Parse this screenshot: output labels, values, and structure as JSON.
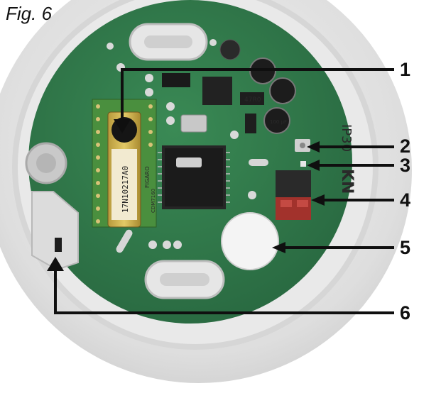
{
  "figure": {
    "caption": "Fig. 6"
  },
  "callouts": [
    {
      "number": "1"
    },
    {
      "number": "2"
    },
    {
      "number": "3"
    },
    {
      "number": "4"
    },
    {
      "number": "5"
    },
    {
      "number": "6"
    }
  ],
  "board_markings": {
    "sensor_code": "17N10217A0",
    "sensor_brand": "FIGARO",
    "sensor_model": "CDM7160",
    "rating": "IP30",
    "logo_text": "KN",
    "component_label": "47R0",
    "capacitor_label": "100 µF"
  },
  "colors": {
    "pcb": "#2f7a4a",
    "pcb_dark": "#245f3a",
    "housing": "#e4e4e4",
    "terminal_red": "#a2322c",
    "terminal_black": "#2a2a2a",
    "module": "#4a8f3e"
  }
}
